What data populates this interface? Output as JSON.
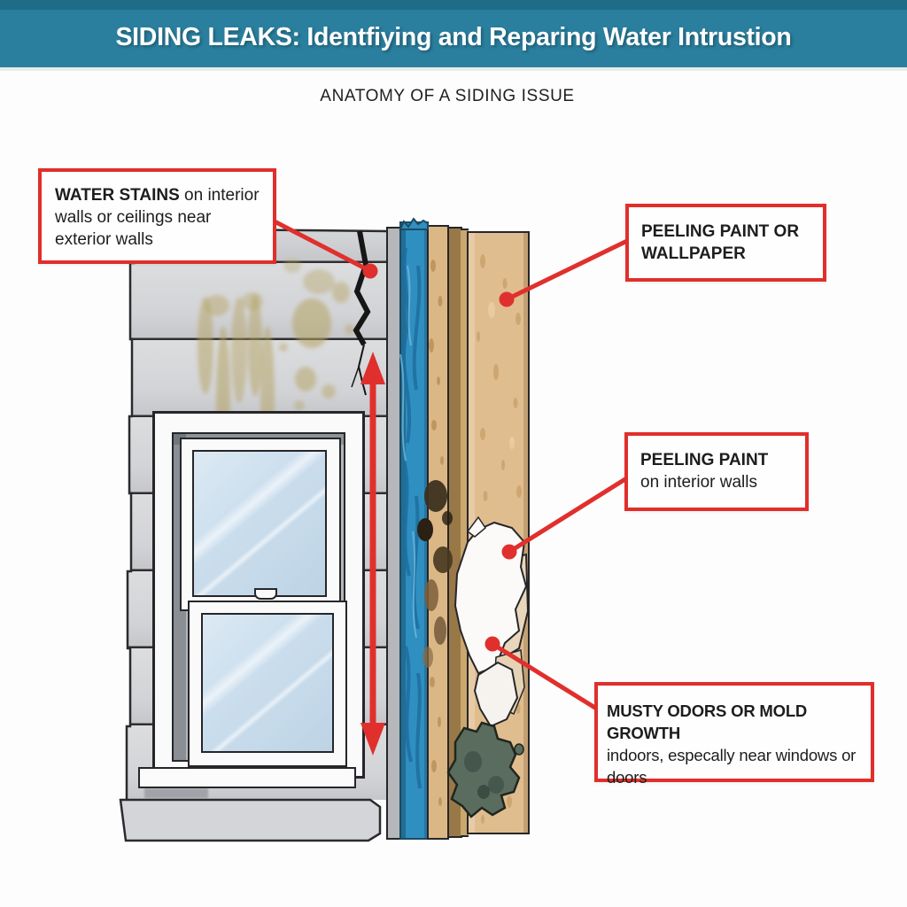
{
  "header": {
    "title": "SIDING LEAKS: Identfiying and Reparing Water Intrustion"
  },
  "subtitle": "ANATOMY OF A SIDING ISSUE",
  "callouts": {
    "water_stains": {
      "bold": "WATER STAINS",
      "rest": " on interior walls or ceilings near exterior walls"
    },
    "peeling_wallpaper": {
      "bold": "PEELING PAINT OR WALLPAPER",
      "rest": ""
    },
    "peeling_interior": {
      "bold": "PEELING PAINT",
      "rest": "on interior walls"
    },
    "musty_odors": {
      "bold": "MUSTY ODORS OR MOLD GROWTH",
      "rest": "indoors, especally near windows or doors"
    }
  },
  "colors": {
    "header_teal": "#2a7f9e",
    "accent_red": "#e02f2b",
    "wrap_blue": "#2f8fc0",
    "sheathing_tan": "#dcb786",
    "siding_gray": "#d2d3d6",
    "mold_green": "#5a6c5e",
    "stain_olive": "#b5a260"
  }
}
